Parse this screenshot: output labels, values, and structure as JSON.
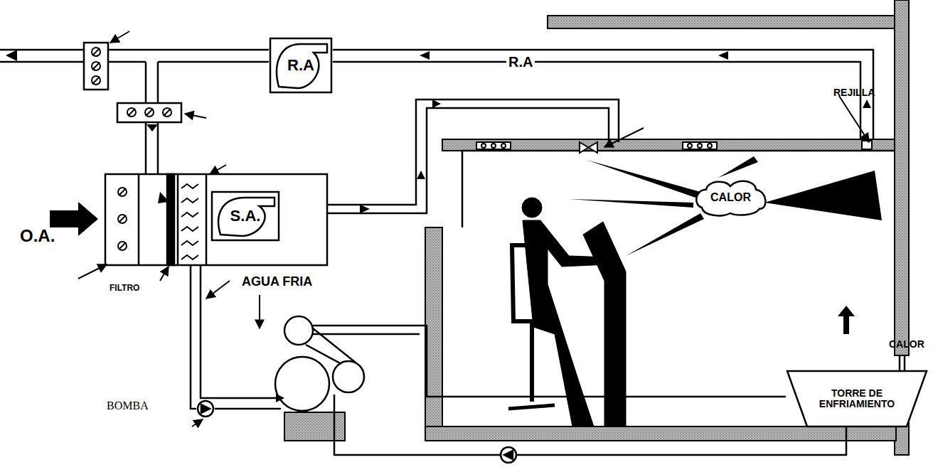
{
  "diagram": {
    "nodes": [
      {
        "text": [
          "R.A"
        ]
      },
      {
        "text": [
          "S.A."
        ]
      },
      {
        "text": [
          "CALOR"
        ]
      },
      {
        "text": [
          "TORRE DE ENFRIAMIENTO"
        ]
      }
    ],
    "labels": [
      "R.A",
      "REJILLA",
      "O.A.",
      "FILTRO",
      "AGUA FRIA",
      "BOMBA",
      "CALOR"
    ]
  }
}
